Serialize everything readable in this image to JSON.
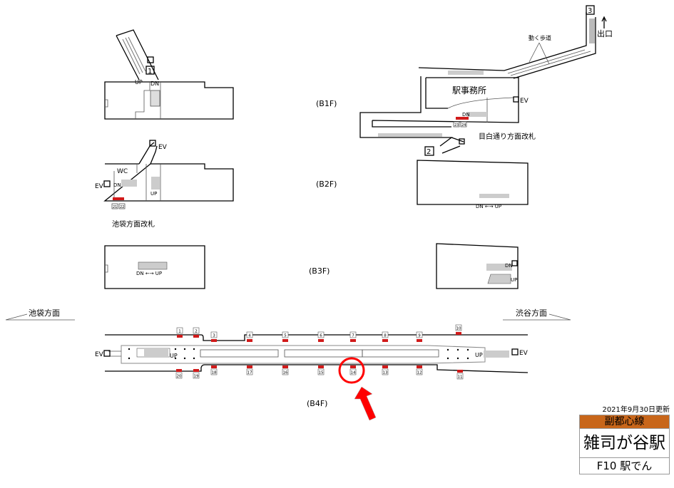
{
  "floors": {
    "b1f": "(B1F)",
    "b2f": "(B2F)",
    "b3f": "(B3F)",
    "b4f": "(B4F)"
  },
  "labels": {
    "station_office": "駅事務所",
    "moving_walkway": "動く歩道",
    "exit": "出口",
    "mejiro_gate": "目白通り方面改札",
    "ikebukuro_gate": "池袋方面改札",
    "toward_ikebukuro": "池袋方面",
    "toward_shibuya": "渋谷方面",
    "ev": "EV",
    "wc": "WC",
    "dn": "DN",
    "up": "UP",
    "dn_up": "DN ←→ UP"
  },
  "exits": {
    "e1": "1",
    "e2": "2",
    "e3": "3"
  },
  "doors_top": [
    "1",
    "2",
    "3",
    "4",
    "5",
    "6",
    "7",
    "8",
    "9",
    "10"
  ],
  "doors_bottom": [
    "20",
    "19",
    "18",
    "17",
    "16",
    "15",
    "14",
    "13",
    "12",
    "11"
  ],
  "gate_doors": {
    "left": [
      "21",
      "22"
    ],
    "right": [
      "23",
      "24"
    ]
  },
  "highlight_door": "14",
  "info": {
    "updated": "2021年9月30日更新",
    "line": "副都心線",
    "station": "雑司が谷駅",
    "code": "F10 駅でん"
  },
  "colors": {
    "door": "#d11a1a",
    "highlight": "#ff0000",
    "line": "#c8661a"
  }
}
